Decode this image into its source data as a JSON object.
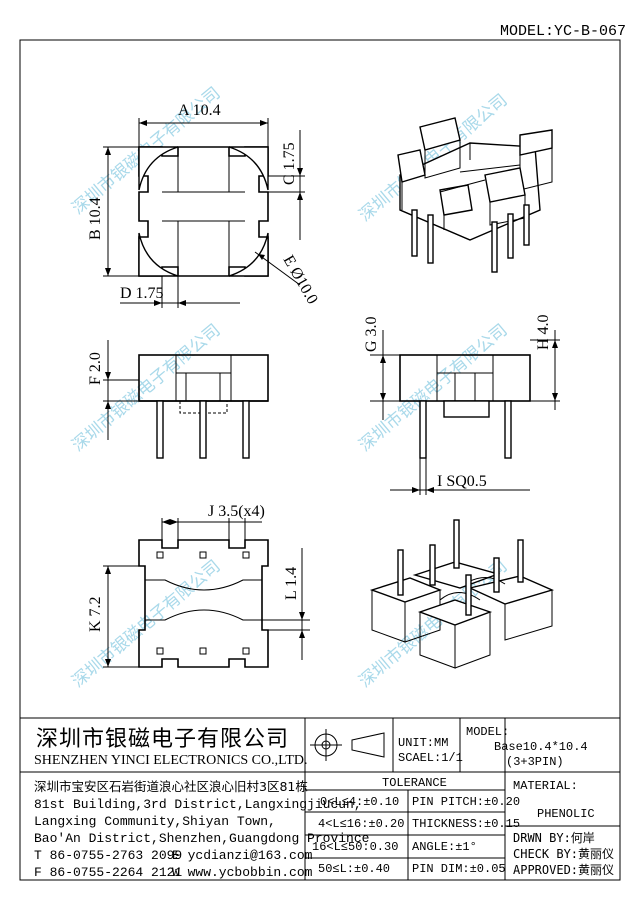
{
  "model_label": "MODEL:YC-B-067",
  "watermark": "深圳市银磁电子有限公司",
  "dimensions": {
    "a": "A 10.4",
    "b": "B 10.4",
    "c": "C 1.75",
    "d": "D 1.75",
    "e": "E Ø10.0",
    "f": "F 2.0",
    "g": "G 3.0",
    "h": "H 4.0",
    "i": "I SQ0.5",
    "j": "J 3.5(x4)",
    "k": "K 7.2",
    "l": "L 1.4"
  },
  "title_block": {
    "company_cn": "深圳市银磁电子有限公司",
    "company_en": "SHENZHEN YINCI ELECTRONICS CO.,LTD.",
    "address": [
      "深圳市宝安区石岩街道浪心社区浪心旧村3区81栋",
      "81st Building,3rd District,Langxingjiucun,",
      "Langxing Community,Shiyan Town,",
      "Bao'An District,Shenzhen,Guangdong Province"
    ],
    "tel": "T 86-0755-2763 2099",
    "fax": "F 86-0755-2264 2121",
    "email": "E ycdianzi@163.com",
    "web": "W www.ycbobbin.com",
    "unit": "UNIT:MM",
    "scale": "SCAEL:1/1",
    "model_heading": "MODEL:",
    "model_desc": "Base10.4*10.4",
    "model_pins": "(3+3PIN)",
    "tolerance_heading": "TOLERANCE",
    "tolerance_rows": [
      {
        "range": "0<L≤4:±0.10",
        "spec": "PIN PITCH:±0.20"
      },
      {
        "range": "4<L≤16:±0.20",
        "spec": "THICKNESS:±0.15"
      },
      {
        "range": "16<L≤50:0.30",
        "spec": "ANGLE:±1°"
      },
      {
        "range": "50≤L:±0.40",
        "spec": "PIN DIM:±0.05"
      }
    ],
    "material_heading": "MATERIAL:",
    "material_value": "PHENOLIC",
    "drawn_by": "DRWN BY:何岸",
    "check_by": "CHECK BY:黄丽仪",
    "approved_by": "APPROVED:黄丽仪"
  }
}
